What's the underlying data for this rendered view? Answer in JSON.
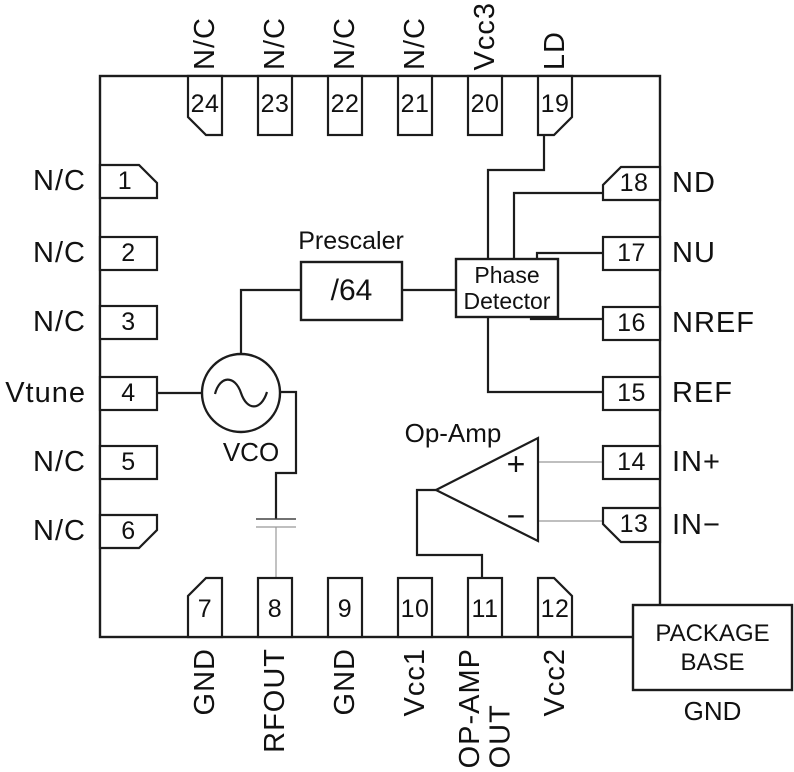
{
  "blocks": {
    "prescaler": {
      "title": "Prescaler",
      "value": "/64"
    },
    "phase_detector": {
      "label": "Phase\nDetector"
    },
    "vco": {
      "label": "VCO"
    },
    "opamp": {
      "label": "Op-Amp",
      "plus": "+",
      "minus": "−"
    },
    "package_base": {
      "label": "PACKAGE\nBASE",
      "ground": "GND"
    }
  },
  "pins": {
    "top": [
      {
        "number": "24",
        "label": "N/C"
      },
      {
        "number": "23",
        "label": "N/C"
      },
      {
        "number": "22",
        "label": "N/C"
      },
      {
        "number": "21",
        "label": "N/C"
      },
      {
        "number": "20",
        "label": "Vcc3"
      },
      {
        "number": "19",
        "label": "LD"
      }
    ],
    "left": [
      {
        "number": "1",
        "label": "N/C"
      },
      {
        "number": "2",
        "label": "N/C"
      },
      {
        "number": "3",
        "label": "N/C"
      },
      {
        "number": "4",
        "label": "Vtune"
      },
      {
        "number": "5",
        "label": "N/C"
      },
      {
        "number": "6",
        "label": "N/C"
      }
    ],
    "right": [
      {
        "number": "18",
        "label": "ND"
      },
      {
        "number": "17",
        "label": "NU"
      },
      {
        "number": "16",
        "label": "NREF"
      },
      {
        "number": "15",
        "label": "REF"
      },
      {
        "number": "14",
        "label": "IN+"
      },
      {
        "number": "13",
        "label": "IN−"
      }
    ],
    "bottom": [
      {
        "number": "7",
        "label": "GND"
      },
      {
        "number": "8",
        "label": "RFOUT"
      },
      {
        "number": "9",
        "label": "GND"
      },
      {
        "number": "10",
        "label": "Vcc1"
      },
      {
        "number": "11",
        "label": "OP-AMP\nOUT"
      },
      {
        "number": "12",
        "label": "Vcc2"
      }
    ]
  },
  "colors": {
    "line": "#1c1c1c",
    "thin_wire": "#999999",
    "background": "#ffffff"
  }
}
